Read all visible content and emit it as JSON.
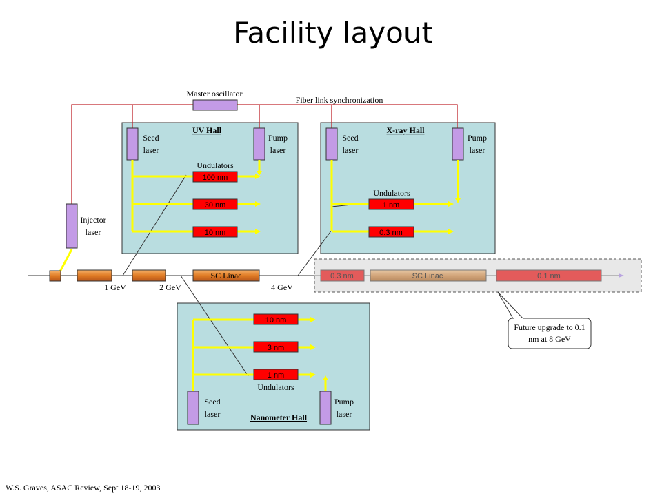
{
  "title": "Facility layout",
  "footer": "W.S. Graves, ASAC Review, Sept 18-19, 2003",
  "master_oscillator": "Master oscillator",
  "fiber_link": "Fiber link synchronization",
  "injector_laser": [
    "Injector",
    "laser"
  ],
  "energies": {
    "e1": "1 GeV",
    "e2": "2 GeV",
    "e4": "4 GeV"
  },
  "sc_linac": "SC Linac",
  "upgrade": {
    "undulator_left": "0.3 nm",
    "linac": "SC Linac",
    "undulator_right": "0.1 nm",
    "note": [
      "Future upgrade to 0.1",
      "nm at 8 GeV"
    ]
  },
  "uv_hall": {
    "title": "UV Hall",
    "seed": [
      "Seed",
      "laser"
    ],
    "pump": [
      "Pump",
      "laser"
    ],
    "undulators_label": "Undulators",
    "undulators": [
      "100 nm",
      "30 nm",
      "10 nm"
    ]
  },
  "xray_hall": {
    "title": "X-ray Hall",
    "seed": [
      "Seed",
      "laser"
    ],
    "pump": [
      "Pump",
      "laser"
    ],
    "undulators_label": "Undulators",
    "undulators": [
      "1 nm",
      "0.3 nm"
    ]
  },
  "nano_hall": {
    "title": "Nanometer Hall",
    "seed": [
      "Seed",
      "laser"
    ],
    "pump": [
      "Pump",
      "laser"
    ],
    "undulators_label": "Undulators",
    "undulators": [
      "10 nm",
      "3 nm",
      "1 nm"
    ]
  },
  "colors": {
    "hall_fill": "#b9dde0",
    "laser_fill": "#c39be6",
    "undulator_fill": "#ff0000",
    "fiber": "#c0272d",
    "beam": "#ffff00",
    "cavity": "#e98a2b"
  }
}
